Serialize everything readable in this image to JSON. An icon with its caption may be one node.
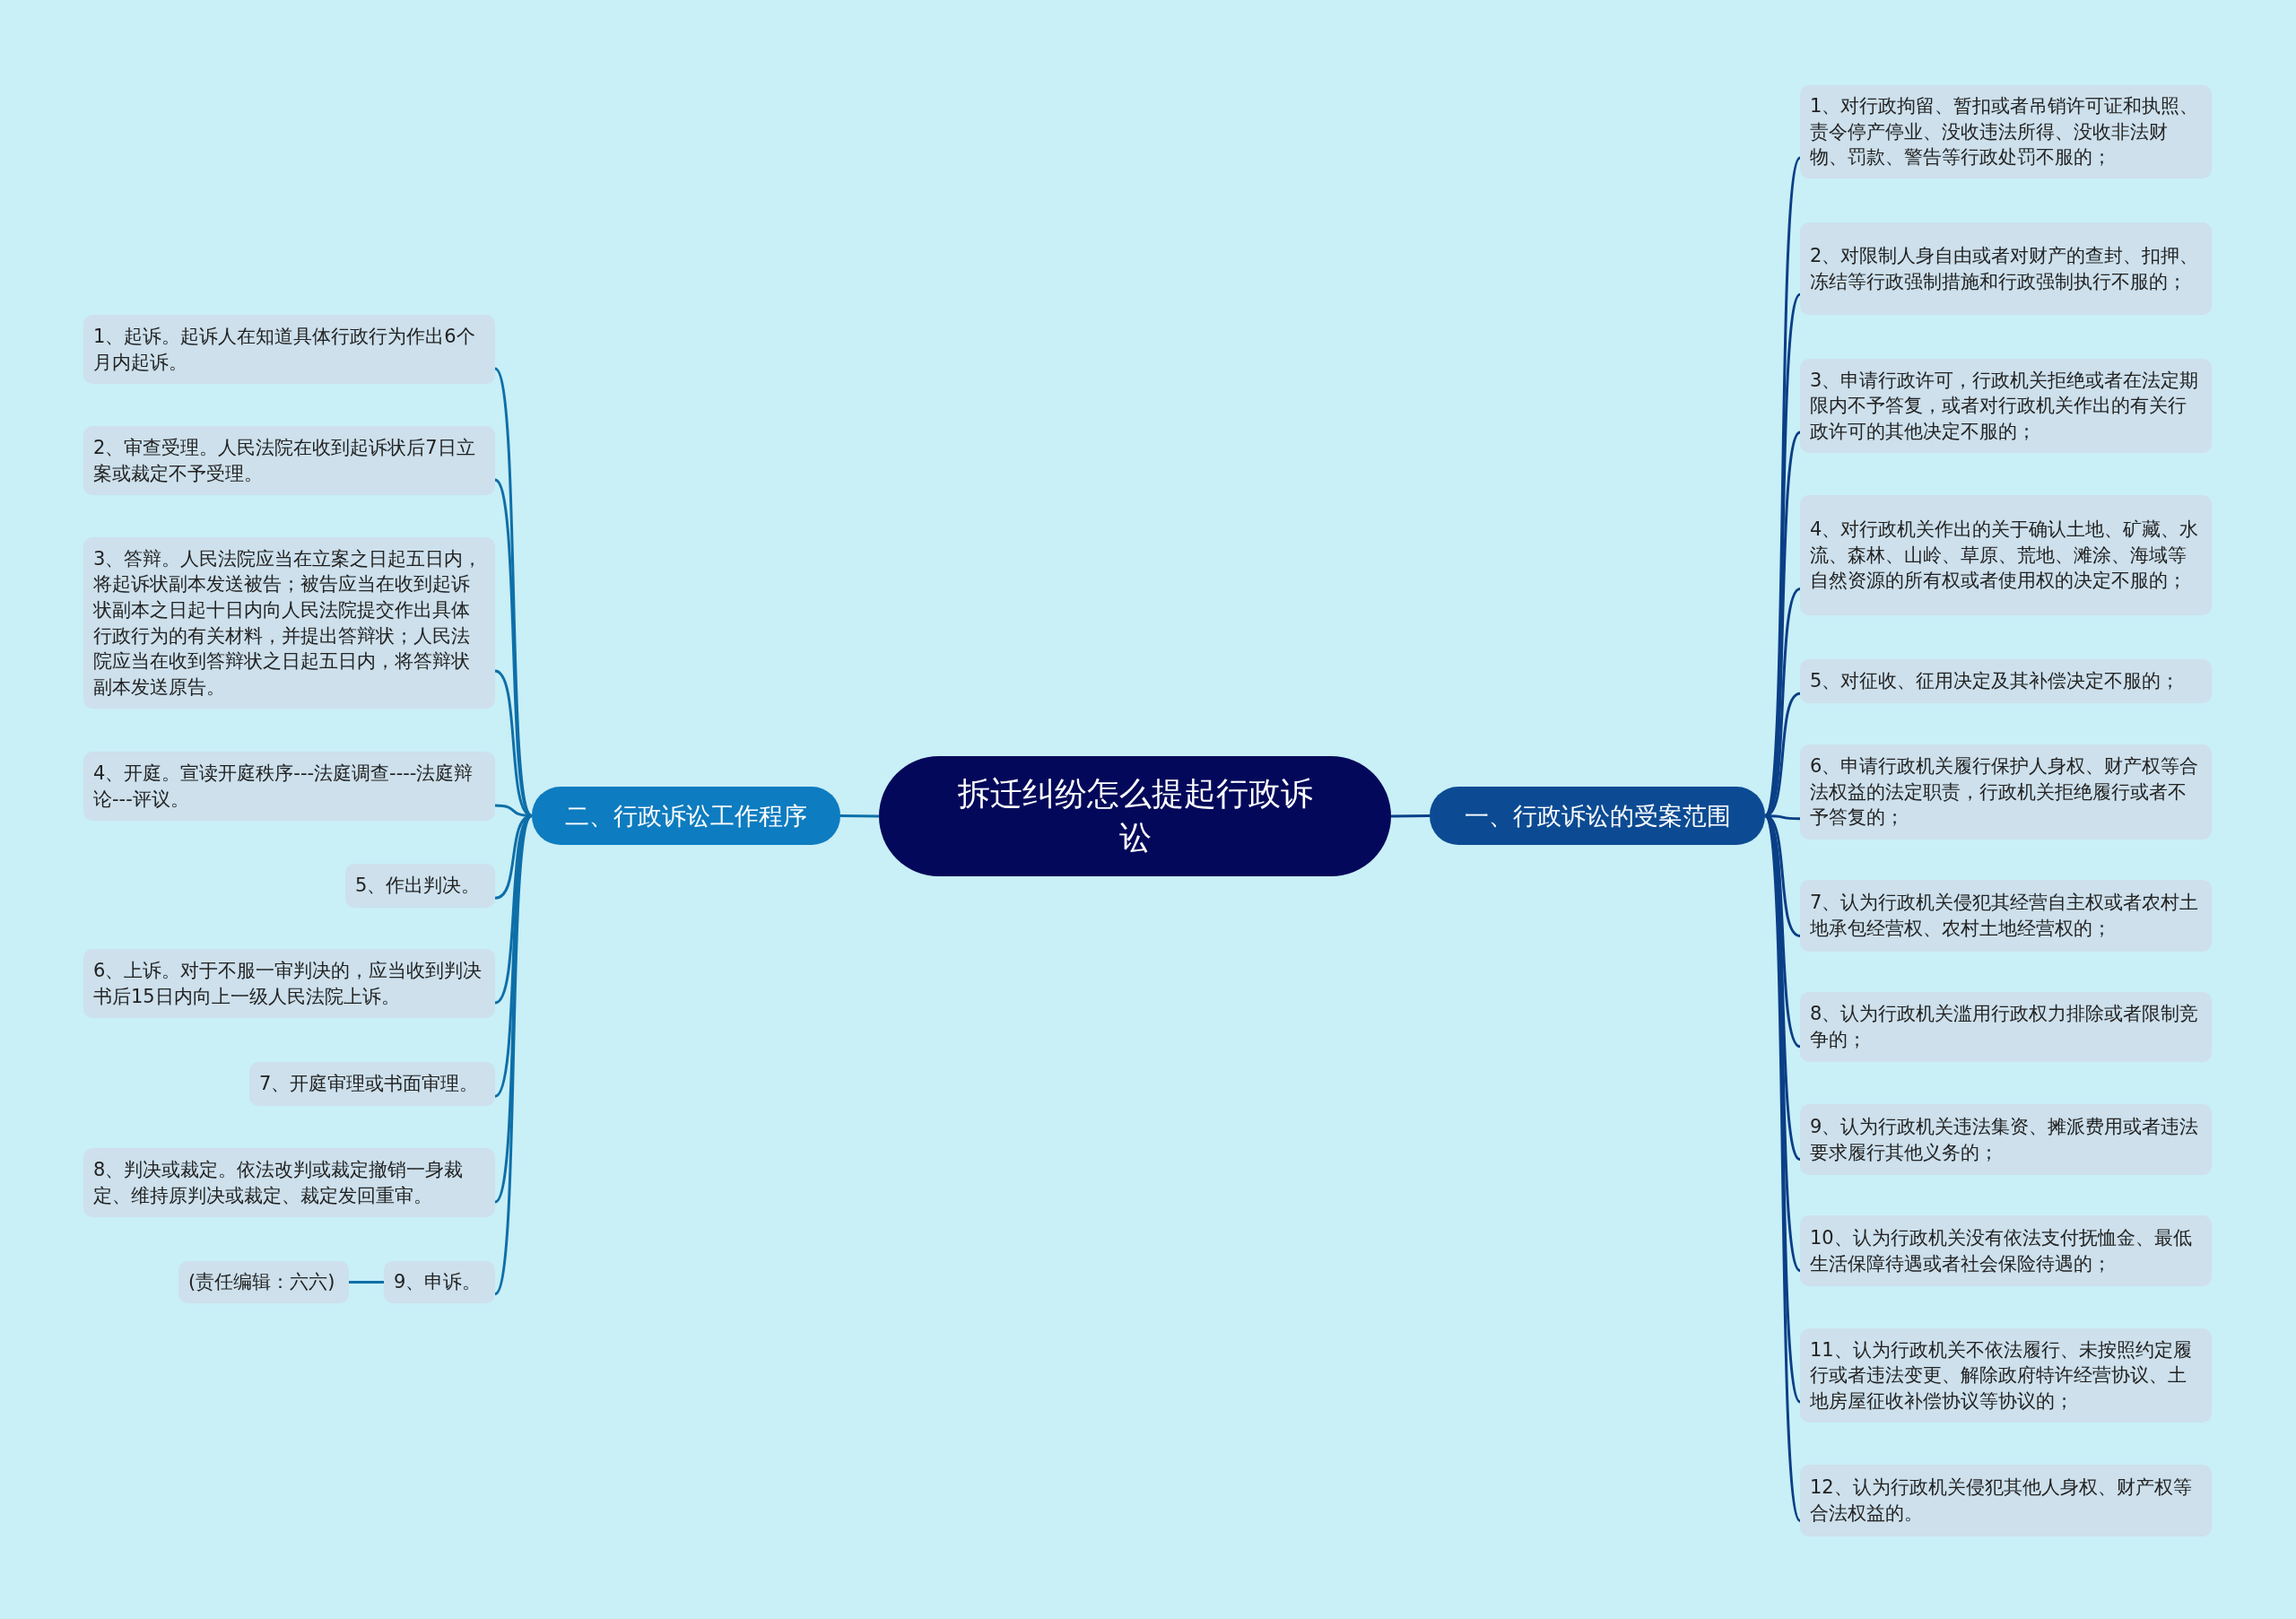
{
  "diagram": {
    "nodes": [
      {
        "text": [
          "拆迁纠纷怎么提起行政诉讼"
        ]
      },
      {
        "text": [
          "一、行政诉讼的受案范围"
        ]
      },
      {
        "text": [
          "1、对行政拘留、暂扣或者吊销许可证和执照、责令停产停业、没收违法所得、没收非法财物、罚款、警告等行政处罚不服的；"
        ]
      },
      {
        "text": [
          "2、对限制人身自由或者对财产的查封、扣押、冻结等行政强制措施和行政强制执行不服的；"
        ]
      },
      {
        "text": [
          "3、申请行政许可，行政机关拒绝或者在法定期限内不予答复，或者对行政机关作出的有关行政许可的其他决定不服的；"
        ]
      },
      {
        "text": [
          "4、对行政机关作出的关于确认土地、矿藏、水流、森林、山岭、草原、荒地、滩涂、海域等自然资源的所有权或者使用权的决定不服的；"
        ]
      },
      {
        "text": [
          "5、对征收、征用决定及其补偿决定不服的；"
        ]
      },
      {
        "text": [
          "6、申请行政机关履行保护人身权、财产权等合法权益的法定职责，行政机关拒绝履行或者不予答复的；"
        ]
      },
      {
        "text": [
          "7、认为行政机关侵犯其经营自主权或者农村土地承包经营权、农村土地经营权的；"
        ]
      },
      {
        "text": [
          "8、认为行政机关滥用行政权力排除或者限制竞争的；"
        ]
      },
      {
        "text": [
          "9、认为行政机关违法集资、摊派费用或者违法要求履行其他义务的；"
        ]
      },
      {
        "text": [
          "10、认为行政机关没有依法支付抚恤金、最低生活保障待遇或者社会保险待遇的；"
        ]
      },
      {
        "text": [
          "11、认为行政机关不依法履行、未按照约定履行或者违法变更、解除政府特许经营协议、土地房屋征收补偿协议等协议的；"
        ]
      },
      {
        "text": [
          "12、认为行政机关侵犯其他人身权、财产权等合法权益的。"
        ]
      },
      {
        "text": [
          "二、行政诉讼工作程序"
        ]
      },
      {
        "text": [
          "1、起诉。起诉人在知道具体行政行为作出6个月内起诉。"
        ]
      },
      {
        "text": [
          "2、审查受理。人民法院在收到起诉状后7日立案或裁定不予受理。"
        ]
      },
      {
        "text": [
          "3、答辩。人民法院应当在立案之日起五日内，将起诉状副本发送被告；被告应当在收到起诉状副本之日起十日内向人民法院提交作出具体行政行为的有关材料，并提出答辩状；人民法院应当在收到答辩状之日起五日内，将答辩状副本发送原告。"
        ]
      },
      {
        "text": [
          "4、开庭。宣读开庭秩序---法庭调查----法庭辩论---评议。"
        ]
      },
      {
        "text": [
          "5、作出判决。"
        ]
      },
      {
        "text": [
          "6、上诉。对于不服一审判决的，应当收到判决书后15日内向上一级人民法院上诉。"
        ]
      },
      {
        "text": [
          "7、开庭审理或书面审理。"
        ]
      },
      {
        "text": [
          "8、判决或裁定。依法改判或裁定撤销一身裁定、维持原判决或裁定、裁定发回重审。"
        ]
      },
      {
        "text": [
          "9、申诉。"
        ]
      },
      {
        "text": [
          "(责任编辑：六六)"
        ]
      }
    ],
    "edges": [
      {
        "from": 0,
        "to": 1,
        "arrow": "none"
      },
      {
        "from": 1,
        "to": 2,
        "arrow": "none"
      },
      {
        "from": 1,
        "to": 3,
        "arrow": "none"
      },
      {
        "from": 1,
        "to": 4,
        "arrow": "none"
      },
      {
        "from": 1,
        "to": 5,
        "arrow": "none"
      },
      {
        "from": 1,
        "to": 6,
        "arrow": "none"
      },
      {
        "from": 1,
        "to": 7,
        "arrow": "none"
      },
      {
        "from": 1,
        "to": 8,
        "arrow": "none"
      },
      {
        "from": 1,
        "to": 9,
        "arrow": "none"
      },
      {
        "from": 1,
        "to": 10,
        "arrow": "none"
      },
      {
        "from": 1,
        "to": 11,
        "arrow": "none"
      },
      {
        "from": 1,
        "to": 12,
        "arrow": "none"
      },
      {
        "from": 1,
        "to": 13,
        "arrow": "none"
      },
      {
        "from": 0,
        "to": 14,
        "arrow": "none"
      },
      {
        "from": 14,
        "to": 15,
        "arrow": "none"
      },
      {
        "from": 14,
        "to": 16,
        "arrow": "none"
      },
      {
        "from": 14,
        "to": 17,
        "arrow": "none"
      },
      {
        "from": 14,
        "to": 18,
        "arrow": "none"
      },
      {
        "from": 14,
        "to": 19,
        "arrow": "none"
      },
      {
        "from": 14,
        "to": 20,
        "arrow": "none"
      },
      {
        "from": 14,
        "to": 21,
        "arrow": "none"
      },
      {
        "from": 14,
        "to": 22,
        "arrow": "none"
      },
      {
        "from": 14,
        "to": 23,
        "arrow": "none"
      },
      {
        "from": 23,
        "to": 24,
        "arrow": "none"
      }
    ]
  }
}
